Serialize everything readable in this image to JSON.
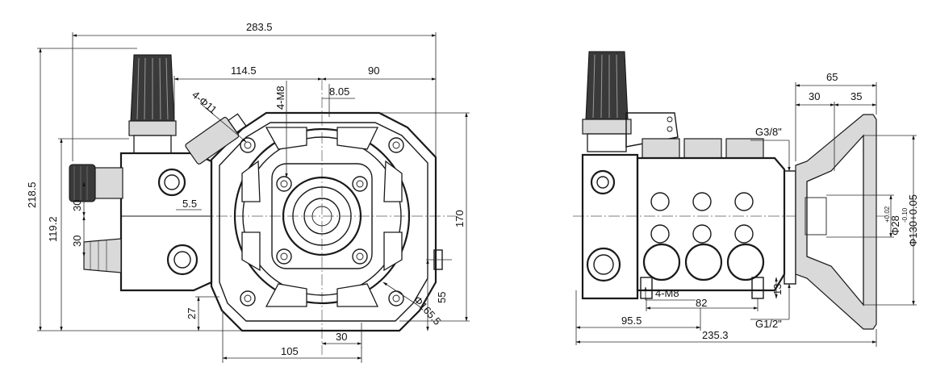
{
  "front_view": {
    "dims": {
      "overall_width": "283.5",
      "left_span": "114.5",
      "right_span": "90",
      "offset": "8.05",
      "bolt_holes": "4-Φ11",
      "thread_holes": "4-M8",
      "overall_height": "218.5",
      "height_119": "119.2",
      "port_30_upper": "30",
      "port_30_lower": "30",
      "small_5_5": "5.5",
      "height_170": "170",
      "height_55": "55",
      "height_27": "27",
      "width_30": "30",
      "width_105": "105",
      "flange_dia": "Φ165.5"
    }
  },
  "side_view": {
    "dims": {
      "flange_65": "65",
      "flange_30": "30",
      "flange_35": "35",
      "thread_top": "G3/8\"",
      "shaft_dia": "Φ28",
      "shaft_tol_upper": "+0.02",
      "shaft_tol_lower": "-0.10",
      "bell_dia": "Φ130+0.05",
      "base_13": "13",
      "base_holes": "4-M8",
      "base_82": "82",
      "base_95_5": "95.5",
      "thread_bottom": "G1/2\"",
      "overall_235": "235.3"
    }
  },
  "colors": {
    "line": "#1a1a1a",
    "grey_fill": "#d9d9d9",
    "dark_fill": "#3a3a3a"
  }
}
